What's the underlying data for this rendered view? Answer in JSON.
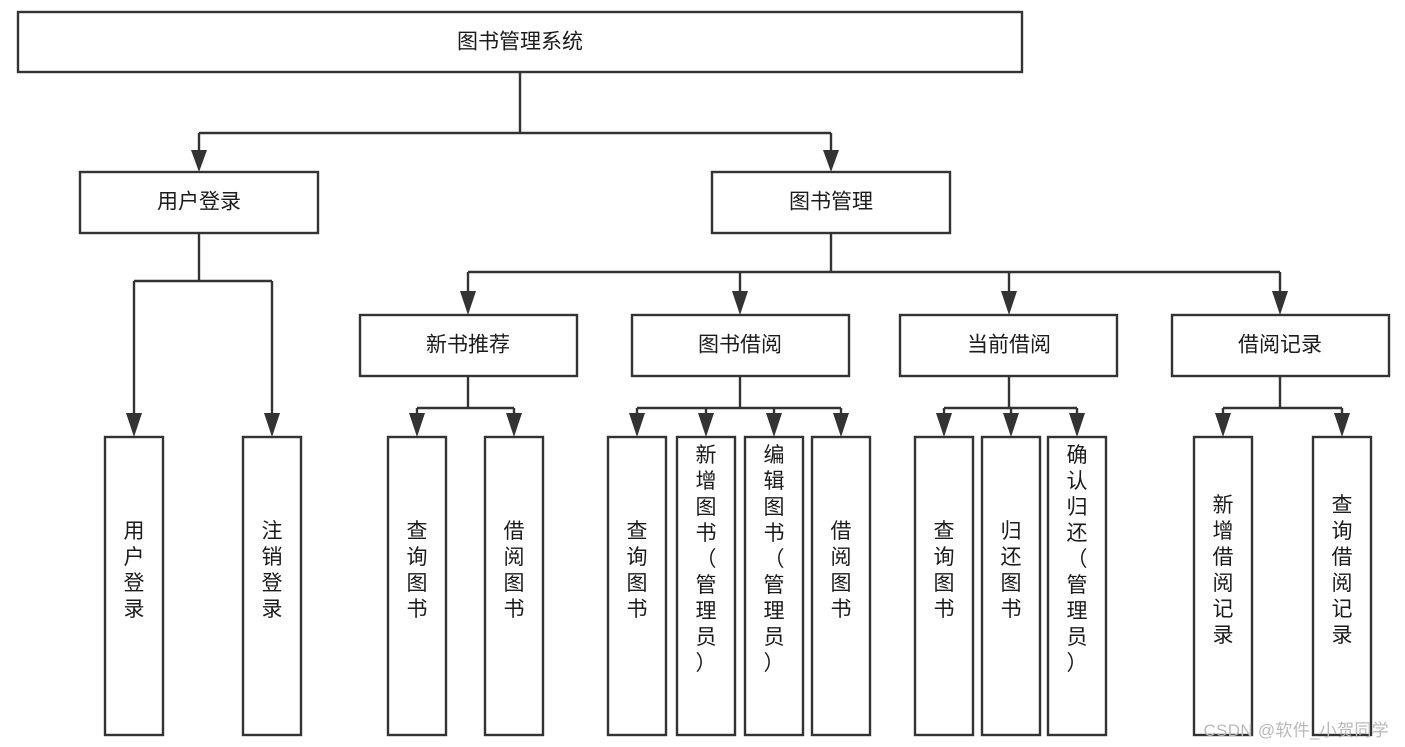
{
  "diagram": {
    "type": "tree-hierarchy",
    "title": "图书管理系统",
    "orientation": "top-down",
    "colors": {
      "stroke": "#333333",
      "box_fill": "#ffffff",
      "text": "#1b1b1b",
      "background": "#ffffff",
      "watermark": "#b9b9b9"
    },
    "levels": [
      {
        "level": 0,
        "nodes": [
          {
            "id": "root",
            "label": "图书管理系统",
            "orientation": "horizontal"
          }
        ]
      },
      {
        "level": 1,
        "nodes": [
          {
            "id": "login",
            "label": "用户登录",
            "orientation": "horizontal",
            "parent": "root"
          },
          {
            "id": "bookmgmt",
            "label": "图书管理",
            "orientation": "horizontal",
            "parent": "root"
          }
        ]
      },
      {
        "level": 2,
        "nodes": [
          {
            "id": "newbook",
            "label": "新书推荐",
            "orientation": "horizontal",
            "parent": "bookmgmt"
          },
          {
            "id": "borrow",
            "label": "图书借阅",
            "orientation": "horizontal",
            "parent": "bookmgmt"
          },
          {
            "id": "current",
            "label": "当前借阅",
            "orientation": "horizontal",
            "parent": "bookmgmt"
          },
          {
            "id": "records",
            "label": "借阅记录",
            "orientation": "horizontal",
            "parent": "bookmgmt"
          }
        ]
      },
      {
        "level": 3,
        "nodes": [
          {
            "id": "leaf1",
            "label": "用户登录",
            "orientation": "vertical",
            "parent": "login"
          },
          {
            "id": "leaf2",
            "label": "注销登录",
            "orientation": "vertical",
            "parent": "login"
          },
          {
            "id": "leaf3",
            "label": "查询图书",
            "orientation": "vertical",
            "parent": "newbook"
          },
          {
            "id": "leaf4",
            "label": "借阅图书",
            "orientation": "vertical",
            "parent": "newbook"
          },
          {
            "id": "leaf5",
            "label": "查询图书",
            "orientation": "vertical",
            "parent": "borrow"
          },
          {
            "id": "leaf6",
            "label": "新增图书（管理员）",
            "orientation": "vertical",
            "parent": "borrow"
          },
          {
            "id": "leaf7",
            "label": "编辑图书（管理员）",
            "orientation": "vertical",
            "parent": "borrow"
          },
          {
            "id": "leaf8",
            "label": "借阅图书",
            "orientation": "vertical",
            "parent": "borrow"
          },
          {
            "id": "leaf9",
            "label": "查询图书",
            "orientation": "vertical",
            "parent": "current"
          },
          {
            "id": "leaf10",
            "label": "归还图书",
            "orientation": "vertical",
            "parent": "current"
          },
          {
            "id": "leaf11",
            "label": "确认归还（管理员）",
            "orientation": "vertical",
            "parent": "current"
          },
          {
            "id": "leaf12",
            "label": "新增借阅记录",
            "orientation": "vertical",
            "parent": "records"
          },
          {
            "id": "leaf13",
            "label": "查询借阅记录",
            "orientation": "vertical",
            "parent": "records"
          }
        ]
      }
    ]
  },
  "watermark": {
    "text": "CSDN @软件_小贺同学"
  }
}
